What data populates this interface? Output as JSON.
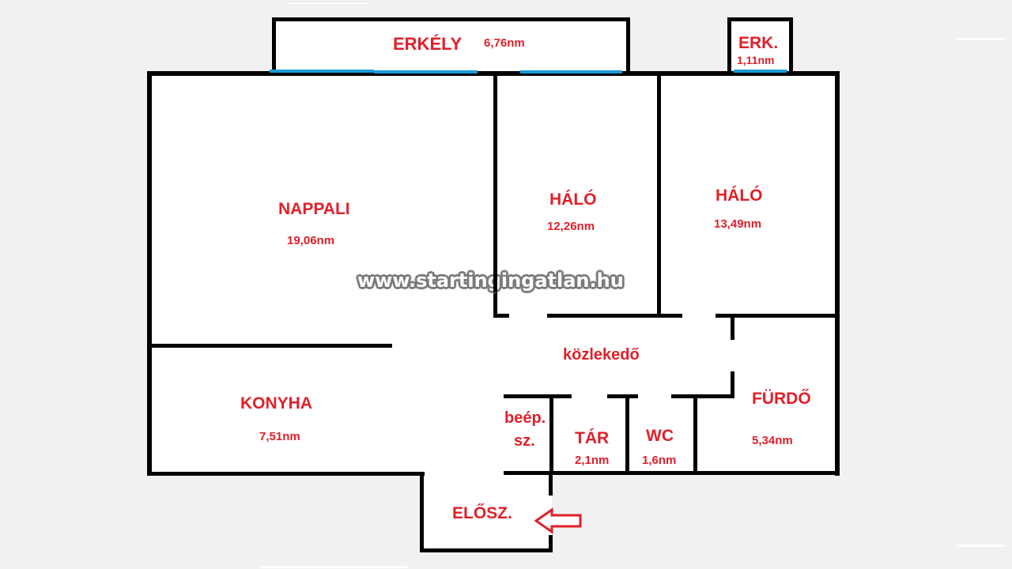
{
  "floorplan": {
    "unit": "nm",
    "watermark": "www.startingingatlan.hu",
    "rooms": {
      "erkely": {
        "name": "ERKÉLY",
        "area": "6,76nm"
      },
      "erk_small": {
        "name": "ERK.",
        "area": "1,11nm"
      },
      "nappali": {
        "name": "NAPPALI",
        "area": "19,06nm"
      },
      "halo1": {
        "name": "HÁLÓ",
        "area": "12,26nm"
      },
      "halo2": {
        "name": "HÁLÓ",
        "area": "13,49nm"
      },
      "kozlekedo": {
        "name": "közlekedő"
      },
      "konyha": {
        "name": "KONYHA",
        "area": "7,51nm"
      },
      "beep": {
        "name_line1": "beép.",
        "name_line2": "sz."
      },
      "tar": {
        "name": "TÁR",
        "area": "2,1nm"
      },
      "wc": {
        "name": "WC",
        "area": "1,6nm"
      },
      "furdo": {
        "name": "FÜRDŐ",
        "area": "5,34nm"
      },
      "eloszoba": {
        "name": "ELŐSZ."
      }
    },
    "entrance_arrow": {
      "icon": "left-arrow-icon",
      "color": "#e0202a"
    },
    "colors": {
      "wall": "#000000",
      "window": "#1a9ad8",
      "label": "#e0202a",
      "background": "#f1f1f1",
      "floor": "#ffffff"
    }
  }
}
